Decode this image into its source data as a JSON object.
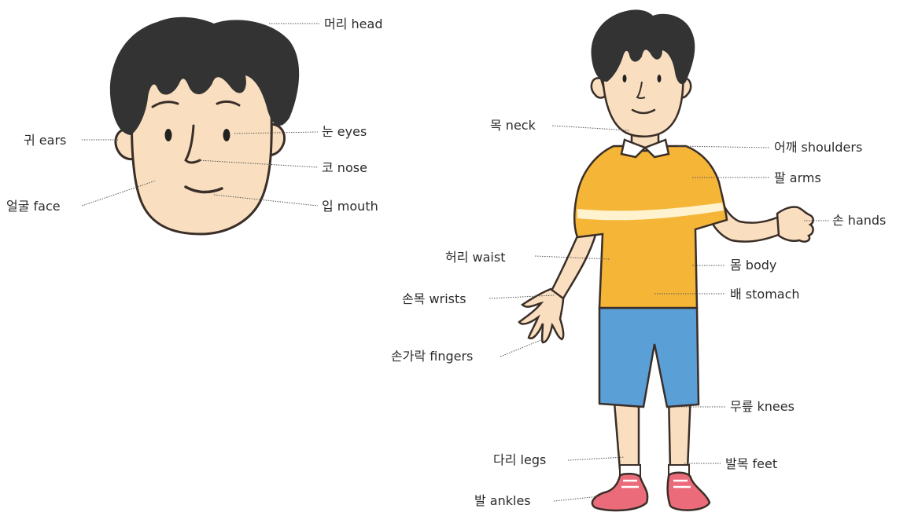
{
  "colors": {
    "skin": "#f9dfc0",
    "hair": "#333333",
    "outline": "#3a2e28",
    "shirt": "#f5b638",
    "shirt_stripe": "#fff3cf",
    "shorts": "#5b9fd7",
    "socks": "#ffffff",
    "shoes": "#ec6b7a",
    "leader": "#555555"
  },
  "head_labels": [
    {
      "id": "head",
      "text": "머리 head",
      "icon": "hair"
    },
    {
      "id": "eyes",
      "text": "눈 eyes",
      "icon": "eye"
    },
    {
      "id": "ears",
      "text": "귀 ears",
      "icon": "ear"
    },
    {
      "id": "nose",
      "text": "코 nose",
      "icon": "nose"
    },
    {
      "id": "face",
      "text": "얼굴 face",
      "icon": "face"
    },
    {
      "id": "mouth",
      "text": "입 mouth",
      "icon": "mouth"
    }
  ],
  "body_labels": [
    {
      "id": "neck",
      "text": "목 neck"
    },
    {
      "id": "shoulders",
      "text": "어깨 shoulders"
    },
    {
      "id": "arms",
      "text": "팔 arms"
    },
    {
      "id": "hands",
      "text": "손 hands"
    },
    {
      "id": "waist",
      "text": "허리 waist"
    },
    {
      "id": "body",
      "text": "몸 body"
    },
    {
      "id": "stomach",
      "text": "배 stomach"
    },
    {
      "id": "wrists",
      "text": "손목 wrists"
    },
    {
      "id": "fingers",
      "text": "손가락 fingers"
    },
    {
      "id": "knees",
      "text": "무릎 knees"
    },
    {
      "id": "legs",
      "text": "다리 legs"
    },
    {
      "id": "feet",
      "text": "발목 feet"
    },
    {
      "id": "ankles",
      "text": "발 ankles"
    }
  ]
}
